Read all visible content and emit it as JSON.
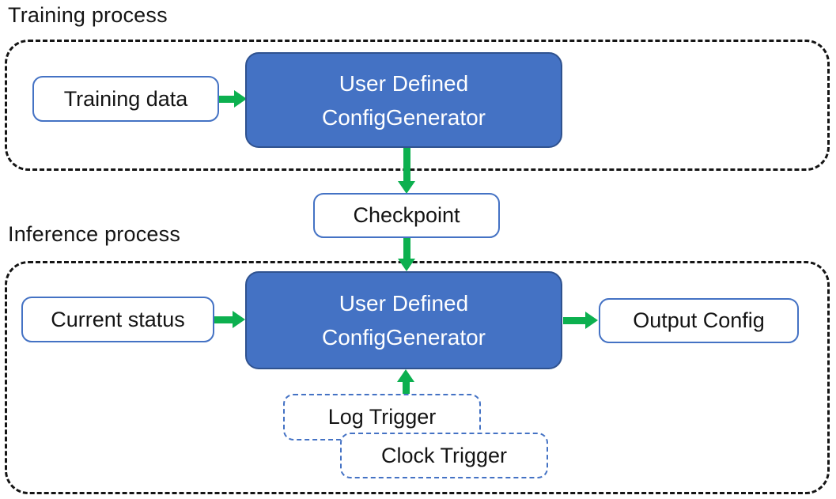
{
  "colors": {
    "box_blue_fill": "#4472C4",
    "box_blue_border": "#2F528F",
    "white_box_border": "#4472C4",
    "arrow_green": "#0CB04F",
    "container_dash_black": "#151515"
  },
  "training": {
    "label": "Training process",
    "input_label": "Training data",
    "generator": {
      "line1": "User Defined",
      "line2": "ConfigGenerator"
    }
  },
  "checkpoint": {
    "label": "Checkpoint"
  },
  "inference": {
    "label": "Inference process",
    "input_label": "Current status",
    "generator": {
      "line1": "User Defined",
      "line2": "ConfigGenerator"
    },
    "output_label": "Output Config",
    "triggers": [
      {
        "label": "Log Trigger"
      },
      {
        "label": "Clock Trigger"
      }
    ]
  }
}
